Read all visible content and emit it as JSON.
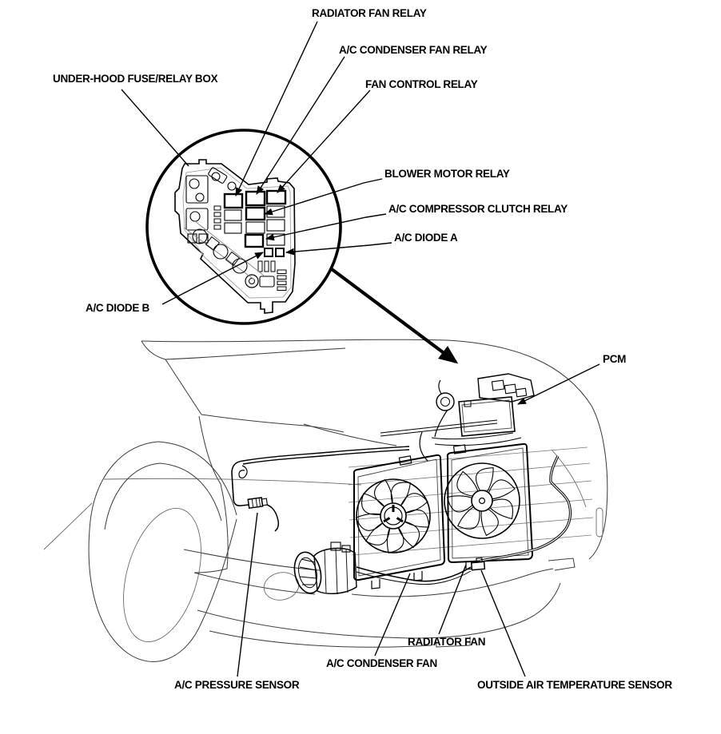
{
  "diagram": {
    "type": "automotive service diagram",
    "subject": "A/C system component locations with under-hood fuse/relay box detail",
    "colors": {
      "background": "#ffffff",
      "line": "#000000",
      "faint_line": "#555555",
      "inner_outline": "#aaaaaa"
    },
    "callouts": {
      "under_hood_fuse_relay_box": "UNDER-HOOD FUSE/RELAY BOX",
      "radiator_fan_relay": "RADIATOR FAN RELAY",
      "ac_condenser_fan_relay": "A/C CONDENSER FAN RELAY",
      "fan_control_relay": "FAN CONTROL RELAY",
      "blower_motor_relay": "BLOWER MOTOR RELAY",
      "ac_compressor_clutch_relay": "A/C COMPRESSOR CLUTCH RELAY",
      "ac_diode_a": "A/C DIODE A",
      "ac_diode_b": "A/C DIODE B",
      "pcm": "PCM",
      "radiator_fan": "RADIATOR FAN",
      "ac_condenser_fan": "A/C CONDENSER FAN",
      "ac_pressure_sensor": "A/C PRESSURE SENSOR",
      "outside_air_temperature_sensor": "OUTSIDE AIR TEMPERATURE SENSOR"
    }
  }
}
